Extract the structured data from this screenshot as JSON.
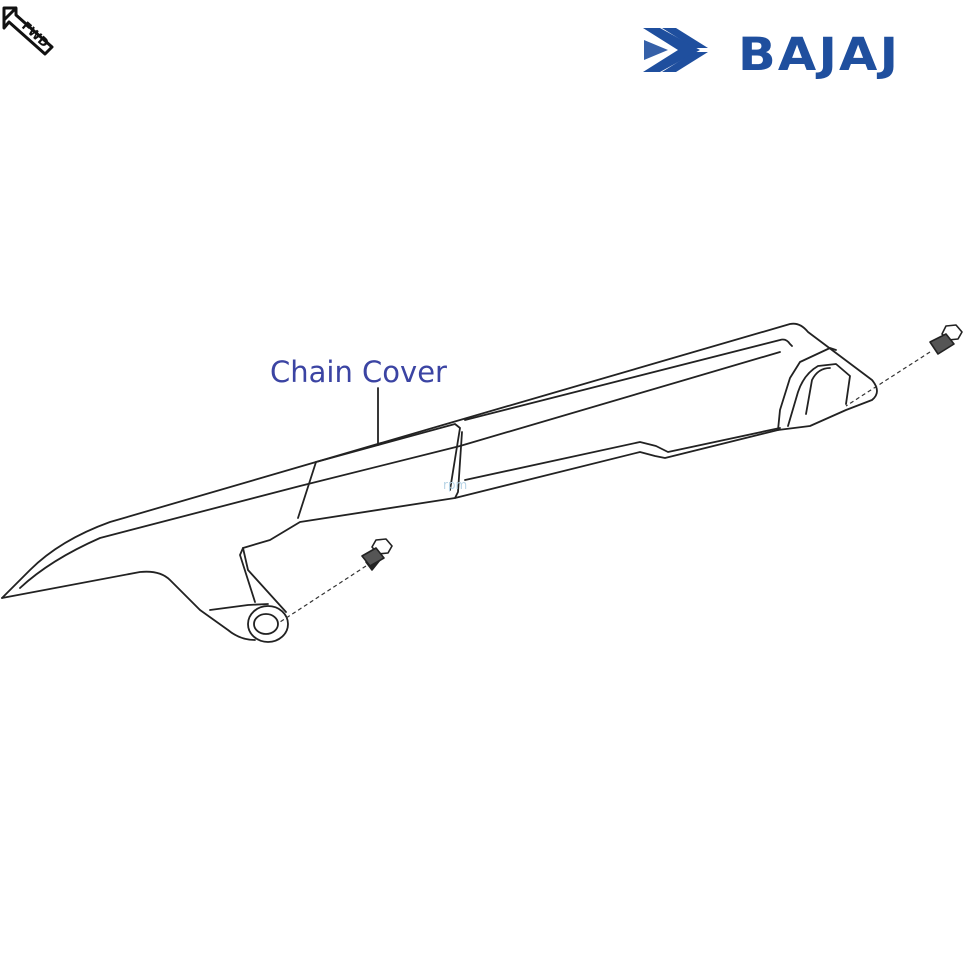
{
  "diagram": {
    "part_label": "Chain Cover",
    "brand_name": "BAJAJ",
    "direction_badge": "FWD",
    "watermark_text": "rpm"
  },
  "colors": {
    "label_blue": "#3b44a3",
    "brand_blue": "#1f4f9e",
    "line_art": "#222222"
  },
  "icons": {
    "brand_logo": "bajaj-double-arrow-icon",
    "direction": "forward-arrow-icon",
    "fastener": "hex-bolt-icon"
  }
}
